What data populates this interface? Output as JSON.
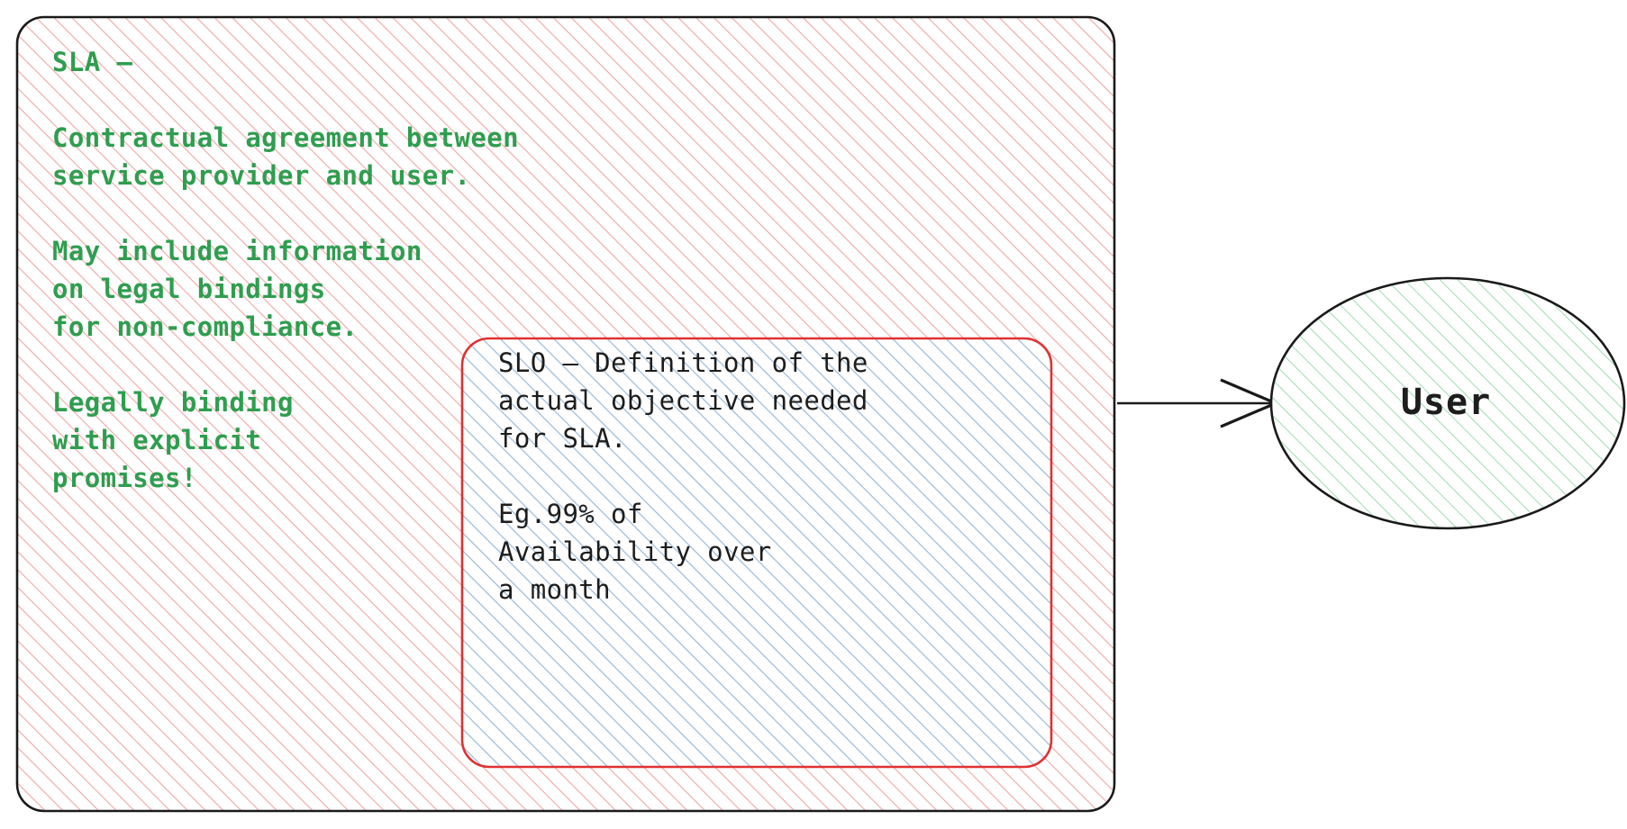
{
  "diagram": {
    "title": "SLA and SLO relationship diagram",
    "type": "nested-boxes-with-arrow",
    "colors": {
      "sla_text": "#2e9e4f",
      "slo_text": "#1d1d1d",
      "sla_box_border": "#1a1a1a",
      "sla_box_hatch": "#f2a8a8",
      "slo_box_border": "#e03131",
      "slo_box_hatch": "#7fb8e8",
      "user_ellipse_border": "#1a1a1a",
      "user_ellipse_hatch": "#8fd9a8",
      "arrow": "#1a1a1a",
      "background": "#ffffff"
    }
  },
  "sla_box": {
    "name": "SLA",
    "heading": "SLA –",
    "paragraphs": [
      [
        "Contractual agreement between",
        "service provider and user."
      ],
      [
        "May include information",
        "on legal bindings",
        "for non-compliance."
      ],
      [
        "Legally binding",
        "with explicit",
        "promises!"
      ]
    ],
    "lines": [
      "SLA –",
      "",
      "Contractual agreement between",
      "service provider and user.",
      "",
      "May include information",
      "on legal bindings",
      "for non-compliance.",
      "",
      "Legally binding",
      "with explicit",
      "promises!"
    ],
    "text": "SLA –\n\nContractual agreement between\nservice provider and user.\n\nMay include information\non legal bindings\nfor non-compliance.\n\nLegally binding\nwith explicit\npromises!"
  },
  "slo_box": {
    "name": "SLO",
    "paragraphs": [
      [
        "SLO – Definition of the",
        "actual objective needed",
        "for SLA."
      ],
      [
        "Eg.99% of",
        "Availability over",
        "a month"
      ]
    ],
    "lines": [
      "SLO – Definition of the",
      "actual objective needed",
      "for SLA.",
      "",
      "Eg.99% of",
      "Availability over",
      "a month"
    ],
    "availability_target": "99%",
    "availability_period": "a month",
    "text": "SLO – Definition of the\nactual objective needed\nfor SLA.\n\nEg.99% of\nAvailability over\na month"
  },
  "user_node": {
    "label": "User",
    "shape": "ellipse"
  },
  "connector": {
    "from": "SLA box",
    "to": "User",
    "label": "",
    "arrowhead": "open-v",
    "direction": "right"
  }
}
